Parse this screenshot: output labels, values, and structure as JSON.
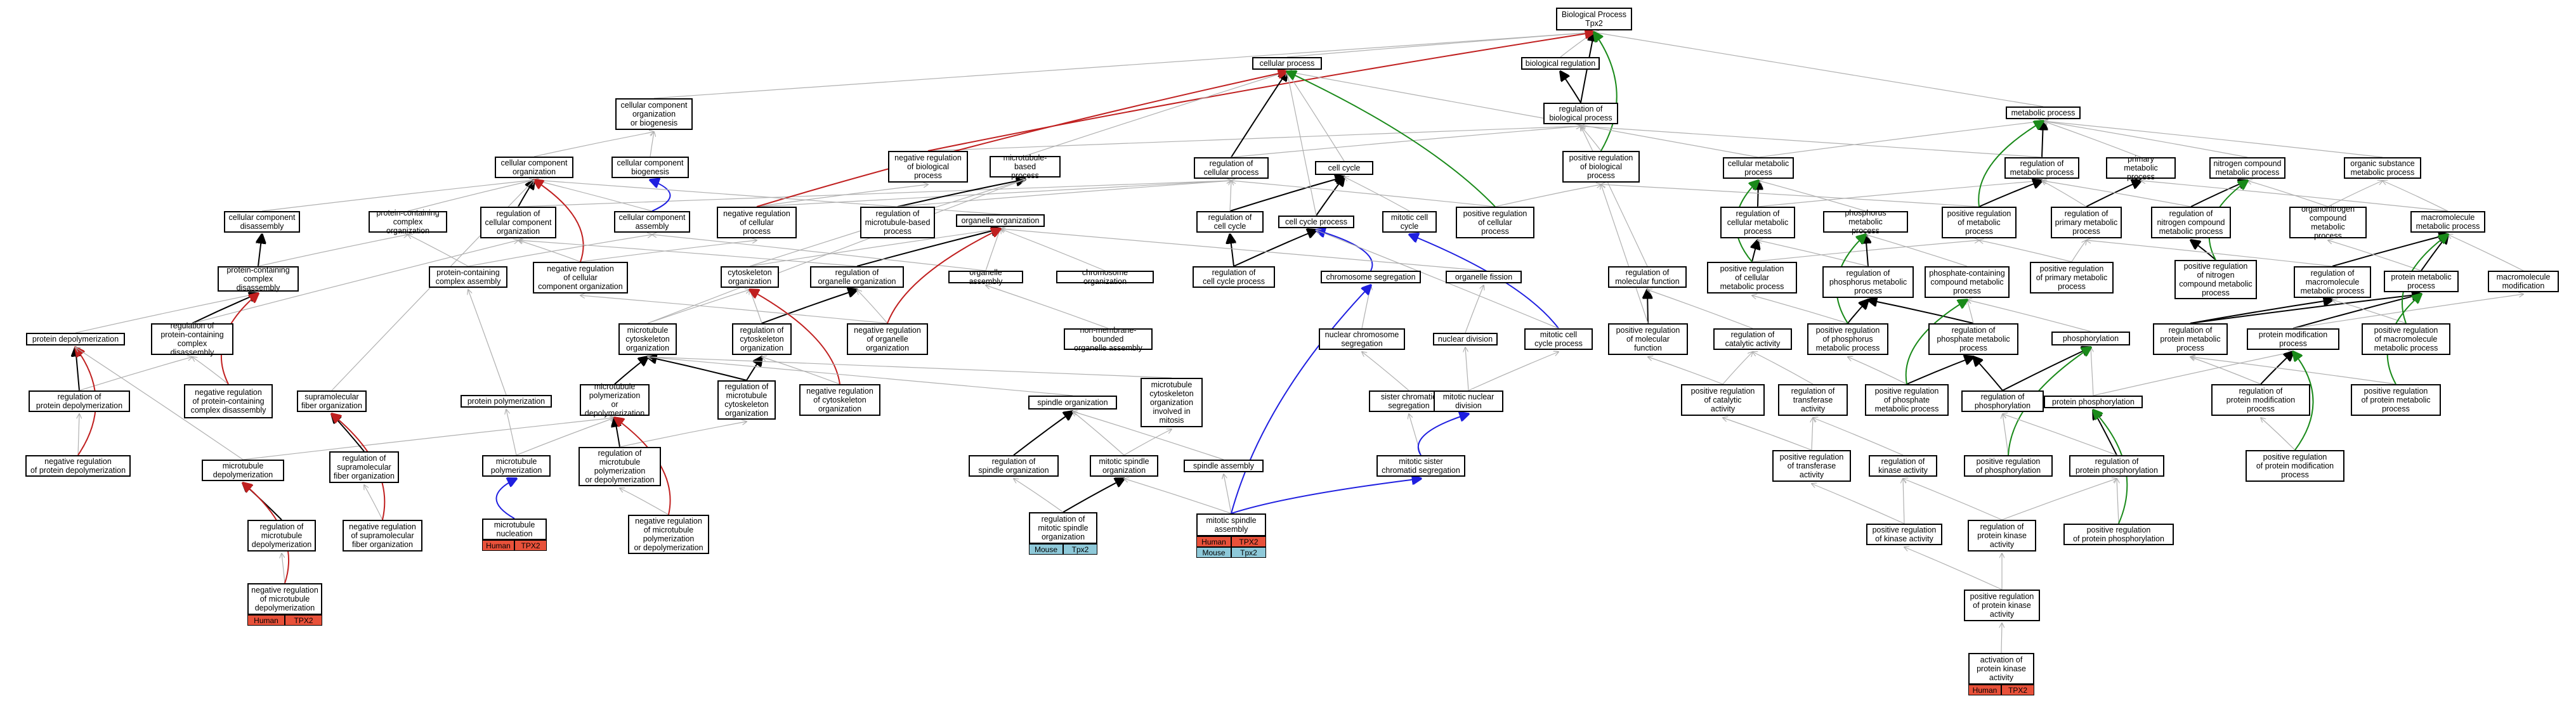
{
  "graph": {
    "nodes": {
      "bp": "Biological Process\nTpx2",
      "cellular_process": "cellular process",
      "biological_regulation": "biological regulation",
      "regulation_of_biological_process": "regulation of\nbiological process",
      "metabolic_process": "metabolic process",
      "cc_org_or_biogenesis": "cellular component\norganization\nor biogenesis",
      "cc_biogenesis": "cellular component\nbiogenesis",
      "cc_organization": "cellular component\norganization",
      "neg_reg_biological_process": "negative regulation\nof biological\nprocess",
      "microtubule_based_process": "microtubule-based\nprocess",
      "regulation_of_cellular_process": "regulation of\ncellular process",
      "cell_cycle": "cell cycle",
      "pos_reg_biological_process": "positive regulation\nof biological\nprocess",
      "cellular_metabolic_process": "cellular metabolic\nprocess",
      "reg_metabolic_process": "regulation of\nmetabolic process",
      "primary_metabolic_process": "primary metabolic\nprocess",
      "nitrogen_compound_metabolic": "nitrogen compound\nmetabolic process",
      "organic_substance_metabolic": "organic substance\nmetabolic process",
      "cc_disassembly": "cellular component\ndisassembly",
      "protein_containing_complex_org": "protein-containing\ncomplex organization",
      "reg_cc_organization": "regulation of\ncellular component\norganization",
      "cc_assembly": "cellular component\nassembly",
      "neg_reg_cellular_process": "negative regulation\nof cellular\nprocess",
      "reg_microtubule_based_process": "regulation of\nmicrotubule-based\nprocess",
      "organelle_organization": "organelle organization",
      "regulation_of_cell_cycle": "regulation of\ncell cycle",
      "cell_cycle_process": "cell cycle process",
      "mitotic_cell_cycle": "mitotic cell\ncycle",
      "pos_reg_cellular_process": "positive regulation\nof cellular\nprocess",
      "reg_cellular_metabolic": "regulation of\ncellular metabolic\nprocess",
      "phosphorus_metabolic": "phosphorus metabolic\nprocess",
      "pos_reg_metabolic": "positive regulation\nof metabolic\nprocess",
      "reg_primary_metabolic": "regulation of\nprimary metabolic\nprocess",
      "reg_nitrogen_compound_metabolic": "regulation of\nnitrogen compound\nmetabolic process",
      "macromolecule_metabolic": "macromolecule\nmetabolic process",
      "organonitrogen_compound_metabolic": "organonitrogen\ncompound metabolic\nprocess",
      "protein_containing_complex_disassembly": "protein-containing\ncomplex disassembly",
      "protein_containing_complex_assembly": "protein-containing\ncomplex assembly",
      "neg_reg_cc_organization": "negative regulation\nof cellular\ncomponent organization",
      "cytoskeleton_organization": "cytoskeleton\norganization",
      "reg_organelle_organization": "regulation of\norganelle organization",
      "organelle_assembly": "organelle assembly",
      "chromosome_organization": "chromosome organization",
      "reg_cell_cycle_process": "regulation of\ncell cycle process",
      "chromosome_segregation": "chromosome segregation",
      "organelle_fission": "organelle fission",
      "reg_molecular_function": "regulation of\nmolecular function",
      "pos_reg_cellular_metabolic": "positive regulation\nof cellular\nmetabolic process",
      "reg_phosphorus_metabolic": "regulation of\nphosphorus metabolic\nprocess",
      "phosphate_containing_compound_metabolic": "phosphate-containing\ncompound metabolic\nprocess",
      "pos_reg_primary_metabolic": "positive regulation\nof primary metabolic\nprocess",
      "pos_reg_nitrogen_compound_metabolic": "positive regulation\nof nitrogen\ncompound metabolic\nprocess",
      "reg_macromolecule_metabolic": "regulation of\nmacromolecule\nmetabolic process",
      "protein_metabolic": "protein metabolic\nprocess",
      "macromolecule_modification": "macromolecule\nmodification",
      "protein_depolymerization": "protein depolymerization",
      "reg_protein_containing_complex_disassembly": "regulation of\nprotein-containing\ncomplex disassembly",
      "microtubule_cytoskeleton_organization": "microtubule\ncytoskeleton\norganization",
      "reg_cytoskeleton_organization": "regulation of\ncytoskeleton\norganization",
      "neg_reg_organelle_organization": "negative regulation\nof organelle\norganization",
      "nonmembrane_bounded_organelle_assembly": "non-membrane-bounded\norganelle assembly",
      "nuclear_chromosome_segregation": "nuclear chromosome\nsegregation",
      "nuclear_division": "nuclear division",
      "mitotic_cell_cycle_process": "mitotic cell\ncycle process",
      "pos_reg_molecular_function": "positive regulation\nof molecular\nfunction",
      "reg_catalytic_activity": "regulation of\ncatalytic activity",
      "pos_reg_phosphorus_metabolic": "positive regulation\nof phosphorus\nmetabolic process",
      "reg_phosphate_metabolic": "regulation of\nphosphate metabolic\nprocess",
      "phosphorylation": "phosphorylation",
      "reg_protein_metabolic": "regulation of\nprotein metabolic\nprocess",
      "protein_modification_process": "protein modification\nprocess",
      "pos_reg_macromolecule_metabolic": "positive regulation\nof macromolecule\nmetabolic process",
      "reg_protein_depolymerization": "regulation of\nprotein depolymerization",
      "neg_reg_protein_containing_complex_disassembly": "negative regulation\nof protein-containing\ncomplex disassembly",
      "supramolecular_fiber_organization": "supramolecular\nfiber organization",
      "protein_polymerization": "protein polymerization",
      "microtubule_polymerization_or_depolymerization": "microtubule\npolymerization\nor depolymerization",
      "reg_microtubule_cytoskeleton_organization": "regulation of\nmicrotubule\ncytoskeleton\norganization",
      "neg_reg_cytoskeleton_organization": "negative regulation\nof cytoskeleton\norganization",
      "spindle_organization": "spindle organization",
      "microtubule_cytoskeleton_org_mitosis": "microtubule\ncytoskeleton\norganization\ninvolved in\nmitosis",
      "sister_chromatid_segregation": "sister chromatid\nsegregation",
      "mitotic_nuclear_division": "mitotic nuclear\ndivision",
      "pos_reg_catalytic_activity": "positive regulation\nof catalytic\nactivity",
      "reg_transferase_activity": "regulation of\ntransferase\nactivity",
      "pos_reg_phosphate_metabolic": "positive regulation\nof phosphate\nmetabolic process",
      "reg_phosphorylation": "regulation of\nphosphorylation",
      "protein_phosphorylation": "protein phosphorylation",
      "reg_protein_modification_process": "regulation of\nprotein modification\nprocess",
      "pos_reg_protein_metabolic": "positive regulation\nof protein metabolic\nprocess",
      "neg_reg_protein_depolymerization": "negative regulation\nof protein depolymerization",
      "microtubule_depolymerization": "microtubule\ndepolymerization",
      "reg_supramolecular_fiber_organization": "regulation of\nsupramolecular\nfiber organization",
      "microtubule_polymerization": "microtubule\npolymerization",
      "reg_microtubule_polymerization_or_depolymerization": "regulation of\nmicrotubule\npolymerization\nor depolymerization",
      "reg_spindle_organization": "regulation of\nspindle organization",
      "mitotic_spindle_organization": "mitotic spindle\norganization",
      "spindle_assembly": "spindle assembly",
      "mitotic_sister_chromatid_segregation": "mitotic sister\nchromatid segregation",
      "pos_reg_transferase_activity": "positive regulation\nof transferase\nactivity",
      "reg_kinase_activity": "regulation of\nkinase activity",
      "pos_reg_phosphorylation": "positive regulation\nof phosphorylation",
      "reg_protein_phosphorylation": "regulation of\nprotein phosphorylation",
      "pos_reg_protein_modification_process": "positive regulation\nof protein modification\nprocess",
      "reg_microtubule_depolymerization": "regulation of\nmicrotubule\ndepolymerization",
      "neg_reg_supramolecular_fiber_organization": "negative regulation\nof supramolecular\nfiber organization",
      "microtubule_nucleation": "microtubule\nnucleation",
      "neg_reg_microtubule_polymerization_or_depolymerization": "negative regulation\nof microtubule\npolymerization\nor depolymerization",
      "reg_mitotic_spindle_organization": "regulation of\nmitotic spindle\norganization",
      "mitotic_spindle_assembly": "mitotic spindle\nassembly",
      "pos_reg_kinase_activity": "positive regulation\nof kinase activity",
      "reg_protein_kinase_activity": "regulation of\nprotein kinase\nactivity",
      "pos_reg_protein_phosphorylation": "positive regulation\nof protein phosphorylation",
      "neg_reg_microtubule_depolymerization": "negative regulation\nof microtubule\ndepolymerization",
      "pos_reg_protein_kinase_activity": "positive regulation\nof protein kinase\nactivity",
      "activation_of_protein_kinase_activity": "activation of\nprotein kinase\nactivity"
    },
    "annotations": {
      "microtubule_nucleation": [
        [
          "Human",
          "TPX2"
        ]
      ],
      "neg_reg_microtubule_depolymerization": [
        [
          "Human",
          "TPX2"
        ]
      ],
      "reg_mitotic_spindle_organization": [
        [
          "Mouse",
          "Tpx2"
        ]
      ],
      "mitotic_spindle_assembly": [
        [
          "Human",
          "TPX2"
        ],
        [
          "Mouse",
          "Tpx2"
        ]
      ],
      "activation_of_protein_kinase_activity": [
        [
          "Human",
          "TPX2"
        ]
      ]
    },
    "species_colors": {
      "Human": "#e8513a",
      "Mouse": "#8ec9d9"
    },
    "edge_colors": {
      "is_a": "#b0b0b0",
      "part_of": "#000000",
      "positively_regulates": "#1a8a1a",
      "negatively_regulates": "#c02020",
      "regulates": "#1f1fe0"
    }
  }
}
